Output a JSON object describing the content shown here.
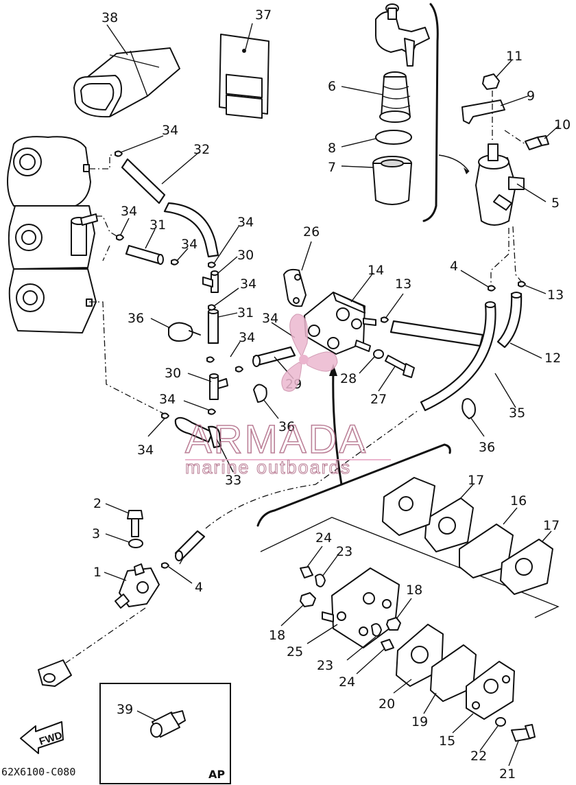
{
  "callouts": {
    "n1": "1",
    "n2": "2",
    "n3": "3",
    "n4a": "4",
    "n4b": "4",
    "n5": "5",
    "n6": "6",
    "n7": "7",
    "n8": "8",
    "n9": "9",
    "n10": "10",
    "n11": "11",
    "n12": "12",
    "n13a": "13",
    "n13b": "13",
    "n14": "14",
    "n15": "15",
    "n16": "16",
    "n17a": "17",
    "n17b": "17",
    "n18a": "18",
    "n18b": "18",
    "n19": "19",
    "n20": "20",
    "n21": "21",
    "n22": "22",
    "n23a": "23",
    "n23b": "23",
    "n24a": "24",
    "n24b": "24",
    "n25": "25",
    "n26": "26",
    "n27": "27",
    "n28": "28",
    "n29": "29",
    "n30a": "30",
    "n30b": "30",
    "n31a": "31",
    "n31b": "31",
    "n32": "32",
    "n33": "33",
    "n34a": "34",
    "n34b": "34",
    "n34c": "34",
    "n34d": "34",
    "n34e": "34",
    "n34f": "34",
    "n34g": "34",
    "n34h": "34",
    "n35": "35",
    "n36a": "36",
    "n36b": "36",
    "n36c": "36",
    "n37": "37",
    "n38": "38",
    "n39": "39"
  },
  "diagram_code": "62X6100-C080",
  "inset_label": "AP",
  "fwd_label": "FWD",
  "watermark": {
    "brand": "ARMADA",
    "tagline": "marine outboards",
    "accent_color": "#e8a9c6"
  }
}
